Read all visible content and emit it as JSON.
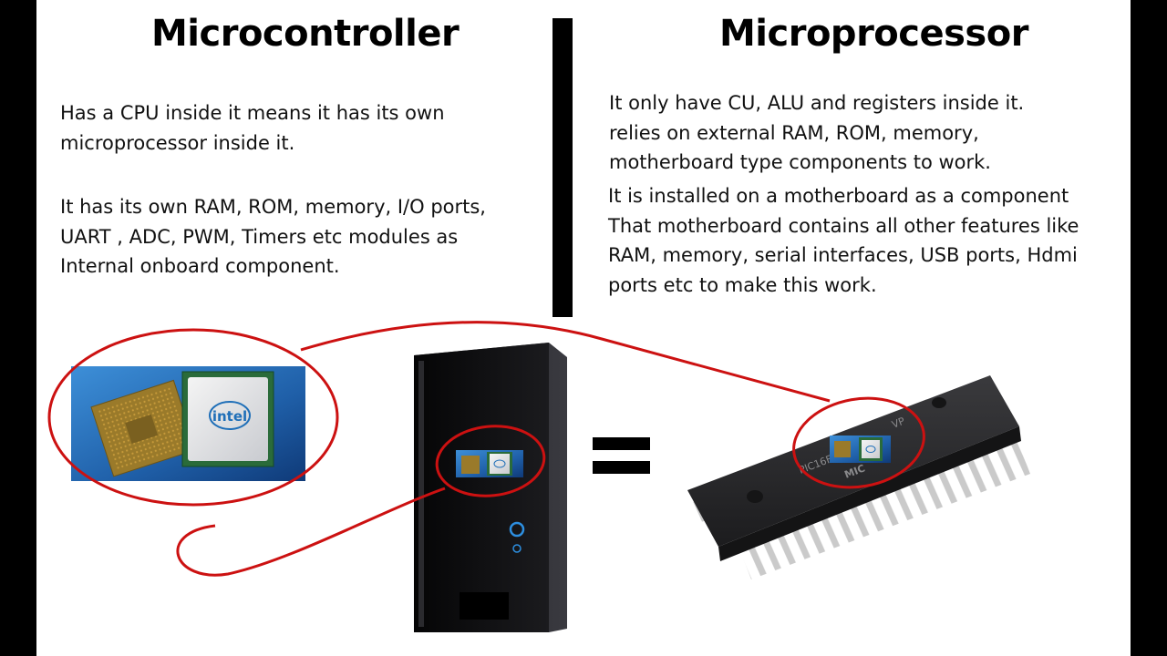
{
  "left": {
    "heading": "Microcontroller",
    "paragraph1": "Has a CPU inside it means it has its own\nmicroprocessor inside it.",
    "paragraph2": "It has its own RAM, ROM, memory, I/O ports,\nUART , ADC, PWM, Timers etc modules as\nInternal onboard component."
  },
  "right": {
    "heading": "Microprocessor",
    "paragraph1": "It only have CU, ALU and registers inside it.\nrelies on external RAM, ROM, memory,\nmotherboard type components to work.",
    "paragraph2": "It is installed on a motherboard as a component\nThat motherboard contains all other features like\nRAM, memory, serial interfaces, USB ports, Hdmi\nports etc to make this work."
  },
  "images": {
    "cpu_brand": "intel",
    "chip_marking": "PIC16F",
    "chip_marking2": "MIC",
    "chip_marking3": "VP"
  },
  "colors": {
    "highlight_ring": "#cc1111",
    "cpu_background": "#1f5fa8",
    "tower": "#0e0e10",
    "chip_body": "#2a2a2c",
    "chip_pins": "#b9b9b9",
    "intel_blue": "#1f6fb8"
  },
  "icons": {
    "equals": "equals-icon",
    "power": "power-button-icon"
  }
}
